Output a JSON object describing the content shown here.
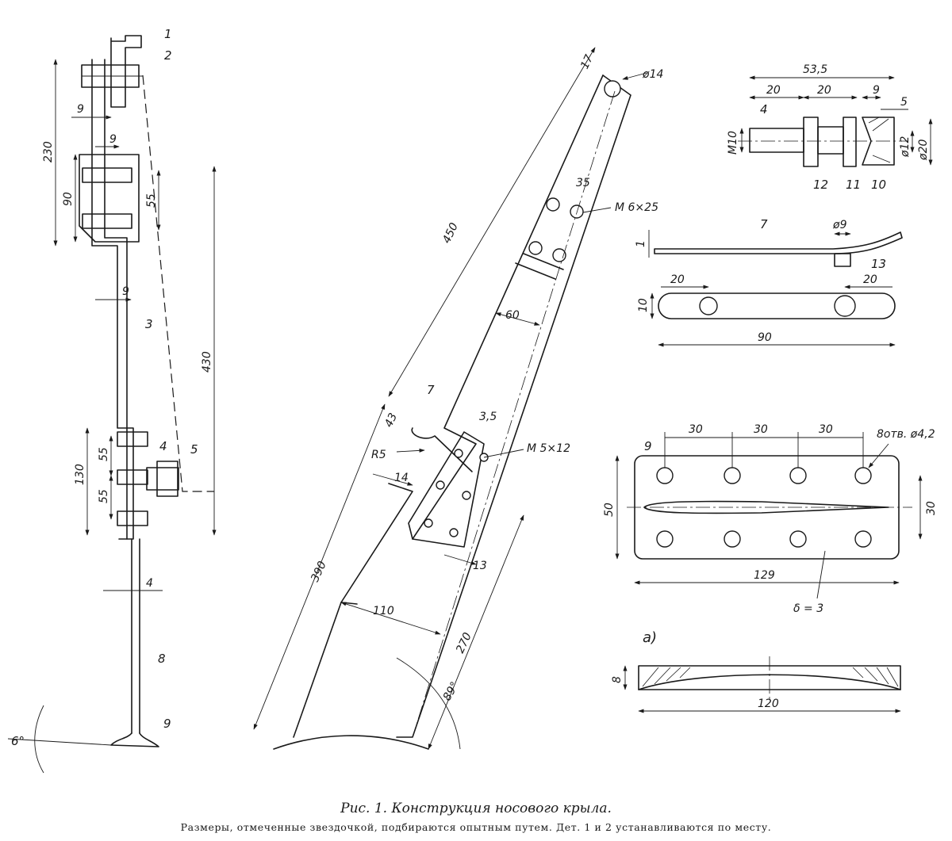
{
  "caption": {
    "title": "Рис. 1. Конструкция носового крыла.",
    "note": "Размеры, отмеченные звездочкой, подбираются опытным путем. Дет. 1 и 2 устанавливаются по месту."
  },
  "left_view": {
    "dims": [
      "230",
      "90",
      "55",
      "430",
      "130",
      "55",
      "55",
      "9",
      "9",
      "9",
      "4"
    ],
    "angle": "6°",
    "parts": [
      "1",
      "2",
      "3",
      "4",
      "5",
      "8",
      "9"
    ]
  },
  "center_view": {
    "dims": [
      "17",
      "ø14",
      "450",
      "35",
      "M 6×25",
      "60",
      "43",
      "R5",
      "3,5",
      "M 5×12",
      "14",
      "390",
      "13",
      "110",
      "270",
      "89°"
    ],
    "parts": [
      "7"
    ]
  },
  "detail_pin": {
    "dims": [
      "53,5",
      "20",
      "20",
      "9",
      "5",
      "M10",
      "ø12",
      "ø20"
    ],
    "parts": [
      "4",
      "12",
      "11",
      "10"
    ]
  },
  "detail_latch": {
    "dims": [
      "1",
      "ø9",
      "20",
      "20",
      "10",
      "90"
    ],
    "parts": [
      "7",
      "13"
    ]
  },
  "detail_plate": {
    "dims": [
      "30",
      "30",
      "30",
      "8отв. ø4,2",
      "50",
      "30",
      "129",
      "δ = 3"
    ],
    "parts": [
      "9"
    ]
  },
  "detail_section": {
    "label": "а)",
    "dims": [
      "8",
      "120"
    ]
  }
}
